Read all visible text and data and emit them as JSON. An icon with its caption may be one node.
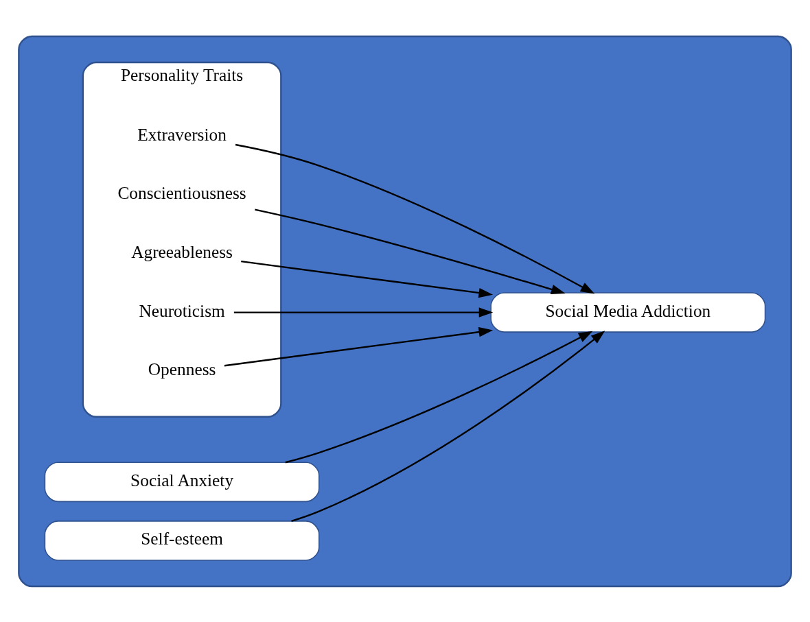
{
  "diagram": {
    "nodes": [
      {
        "text": [],
        "shape": "box"
      },
      {
        "text": [
          "Social Anxiety"
        ],
        "in": 0
      },
      {
        "text": [
          "Personality Traits"
        ],
        "in": 0
      },
      {
        "text": [
          "Extraversion"
        ],
        "in": 2
      },
      {
        "text": [
          "Conscientiousness"
        ],
        "in": 2
      },
      {
        "text": [
          "Agreeableness"
        ],
        "in": 2
      },
      {
        "text": [
          "Neuroticism"
        ],
        "in": 2
      },
      {
        "text": [
          "Openness"
        ],
        "in": 2
      },
      {
        "text": [
          "Self-esteem"
        ],
        "in": 0
      },
      {
        "text": [
          "Social Media Addiction"
        ],
        "in": 0
      }
    ],
    "edges": [
      {
        "from": 1,
        "to": 9,
        "arrow": "to"
      },
      {
        "from": 3,
        "to": 9,
        "arrow": "to"
      },
      {
        "from": 4,
        "to": 9,
        "arrow": "to"
      },
      {
        "from": 5,
        "to": 9,
        "arrow": "to"
      },
      {
        "from": 6,
        "to": 9,
        "arrow": "to"
      },
      {
        "from": 7,
        "to": 9,
        "arrow": "to"
      },
      {
        "from": 8,
        "to": 9,
        "arrow": "to"
      }
    ]
  }
}
